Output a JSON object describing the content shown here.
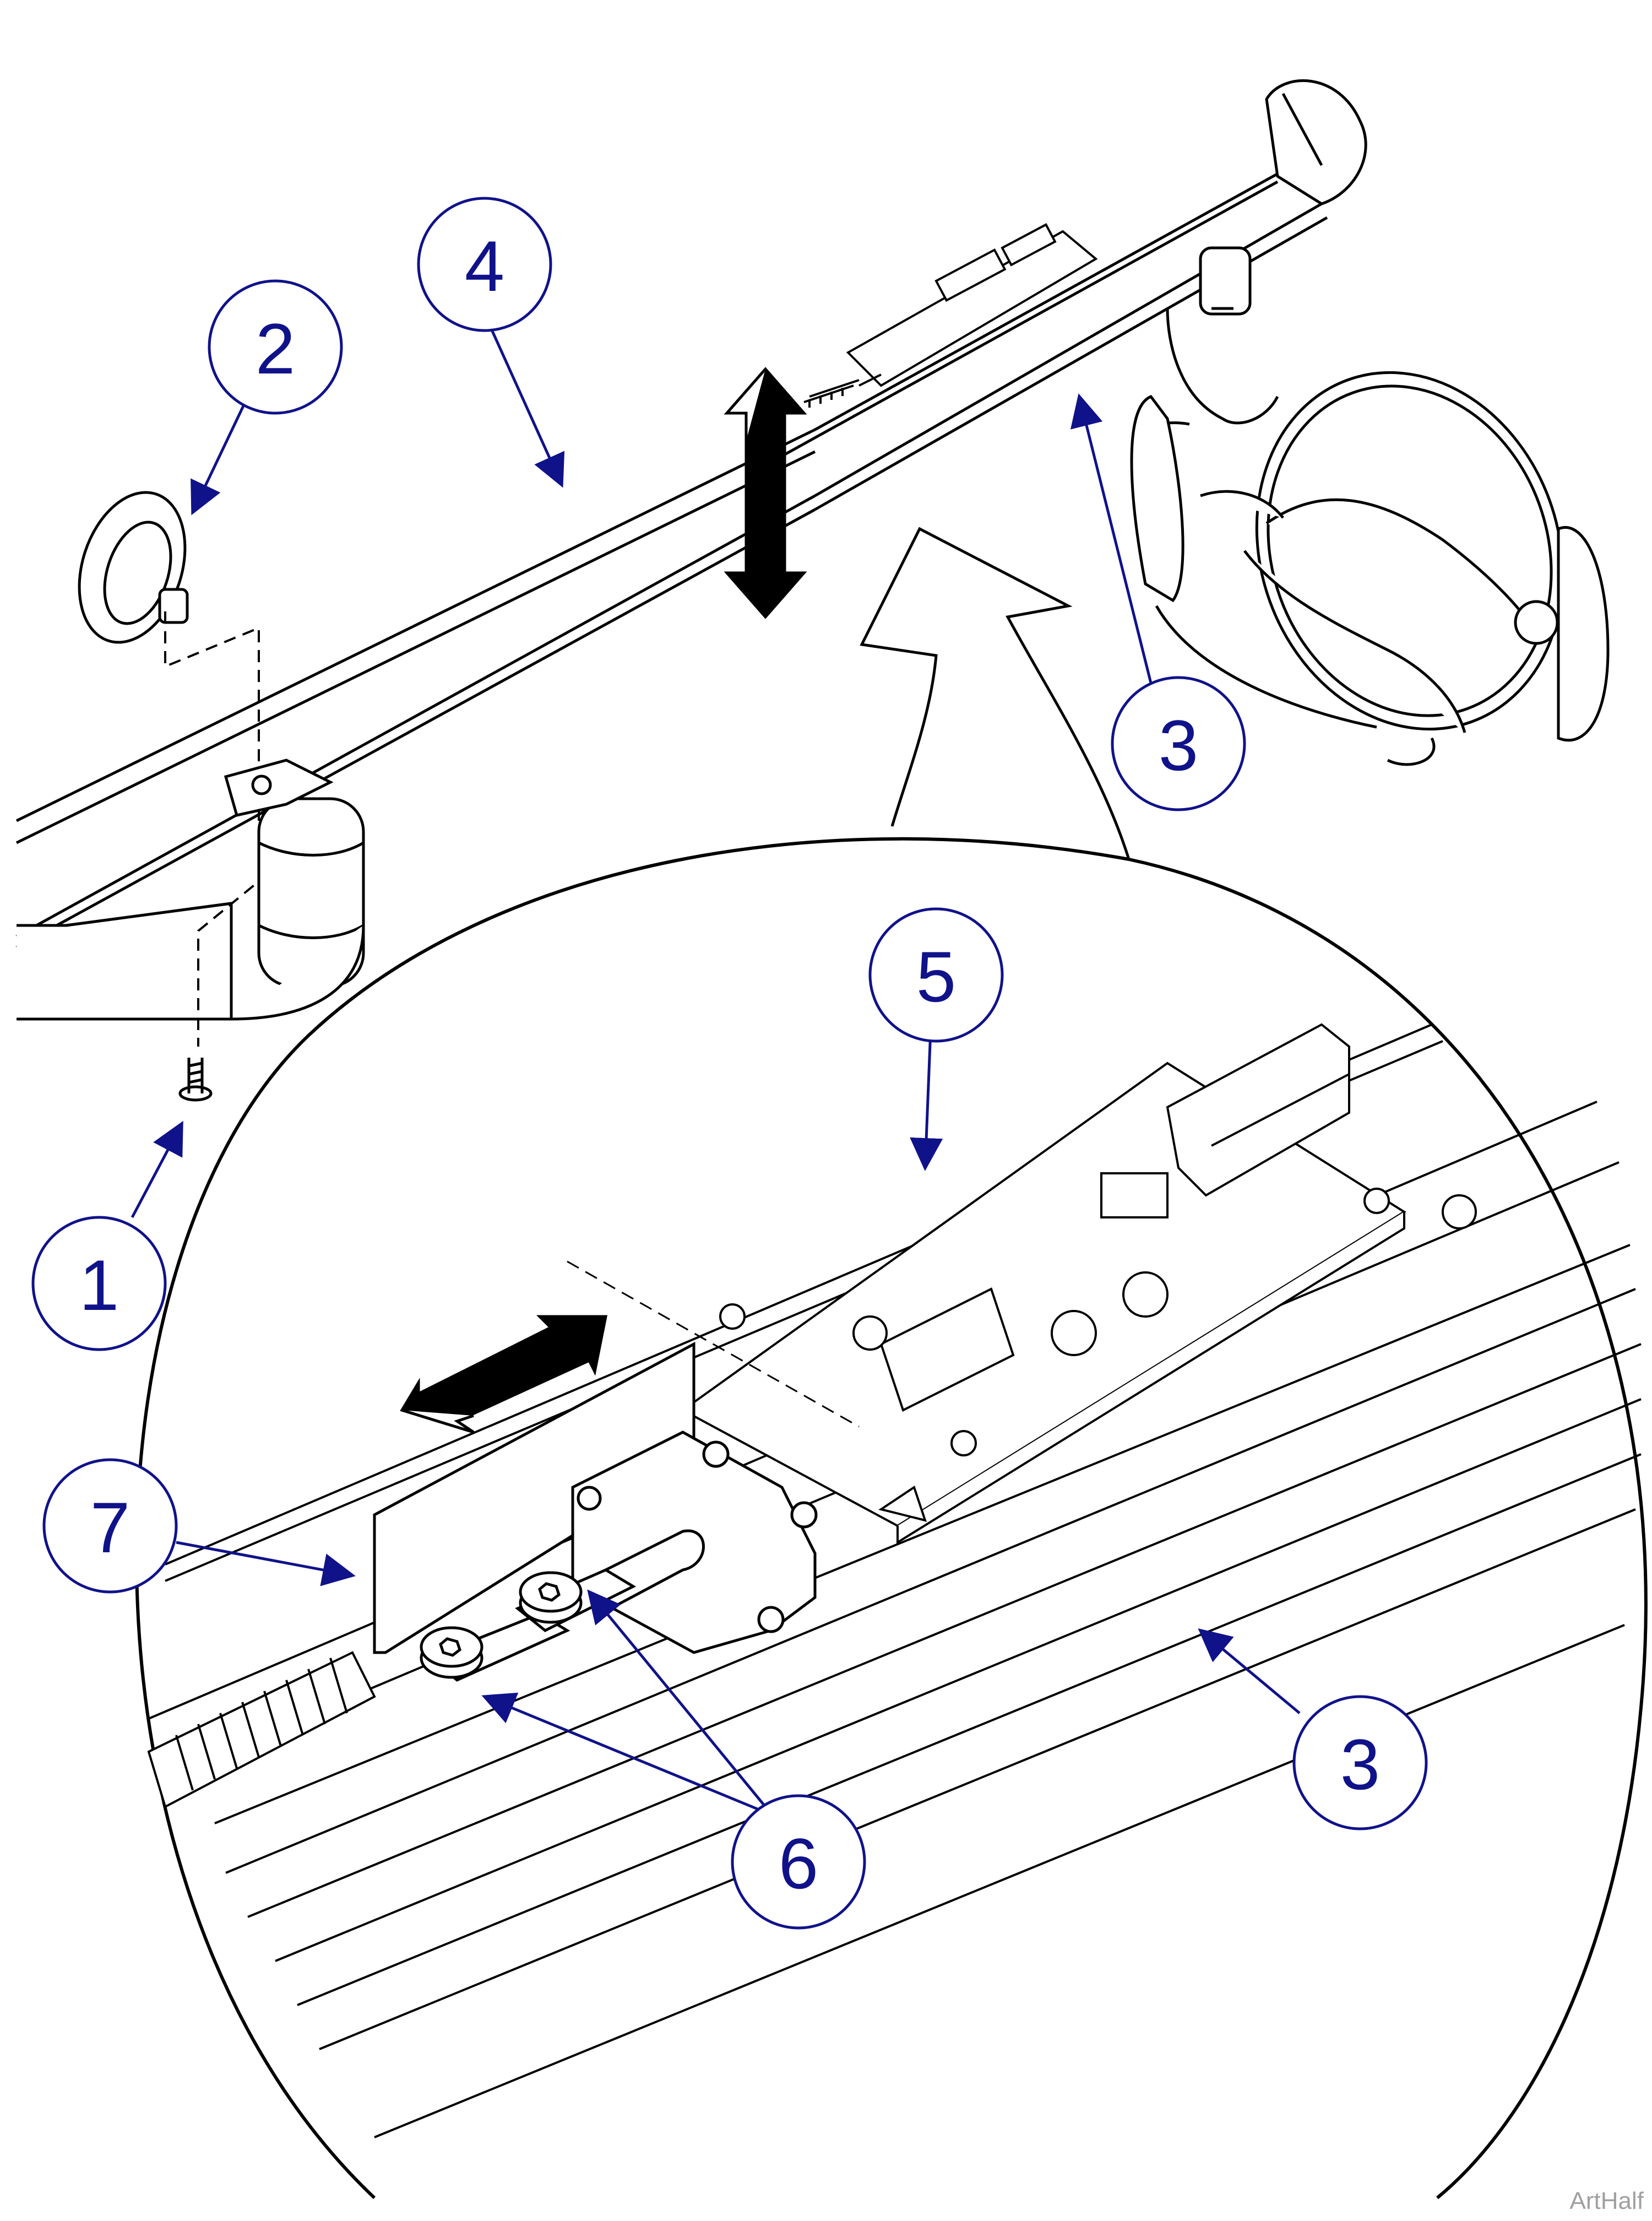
{
  "diagram": {
    "callouts": [
      {
        "id": "c1",
        "label": "1"
      },
      {
        "id": "c2",
        "label": "2"
      },
      {
        "id": "c3a",
        "label": "3"
      },
      {
        "id": "c3b",
        "label": "3"
      },
      {
        "id": "c4",
        "label": "4"
      },
      {
        "id": "c5",
        "label": "5"
      },
      {
        "id": "c6",
        "label": "6"
      },
      {
        "id": "c7",
        "label": "7"
      }
    ],
    "credit": "ArtHalf",
    "colors": {
      "callout": "#10128a",
      "line": "#000000",
      "credit": "#a0a0a0"
    }
  }
}
